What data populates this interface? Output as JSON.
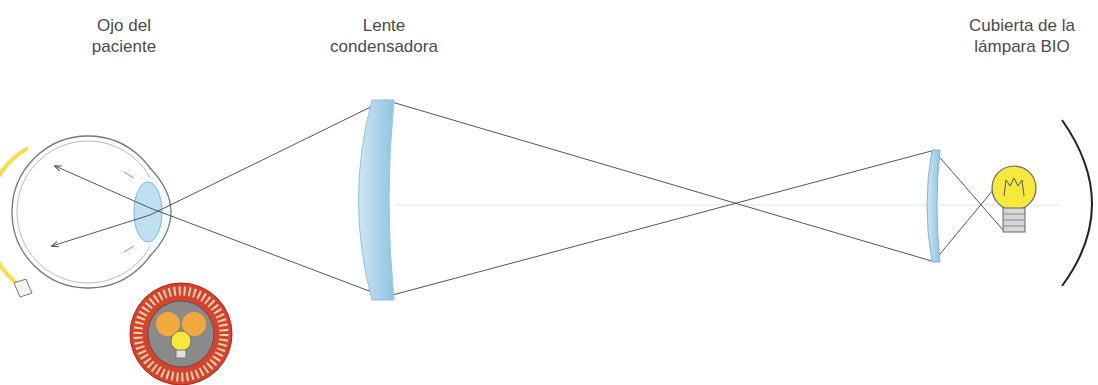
{
  "diagram": {
    "labels": [
      "Ojo del paciente",
      "Lente condensadora",
      "Cubierta de la lámpara BIO"
    ]
  }
}
